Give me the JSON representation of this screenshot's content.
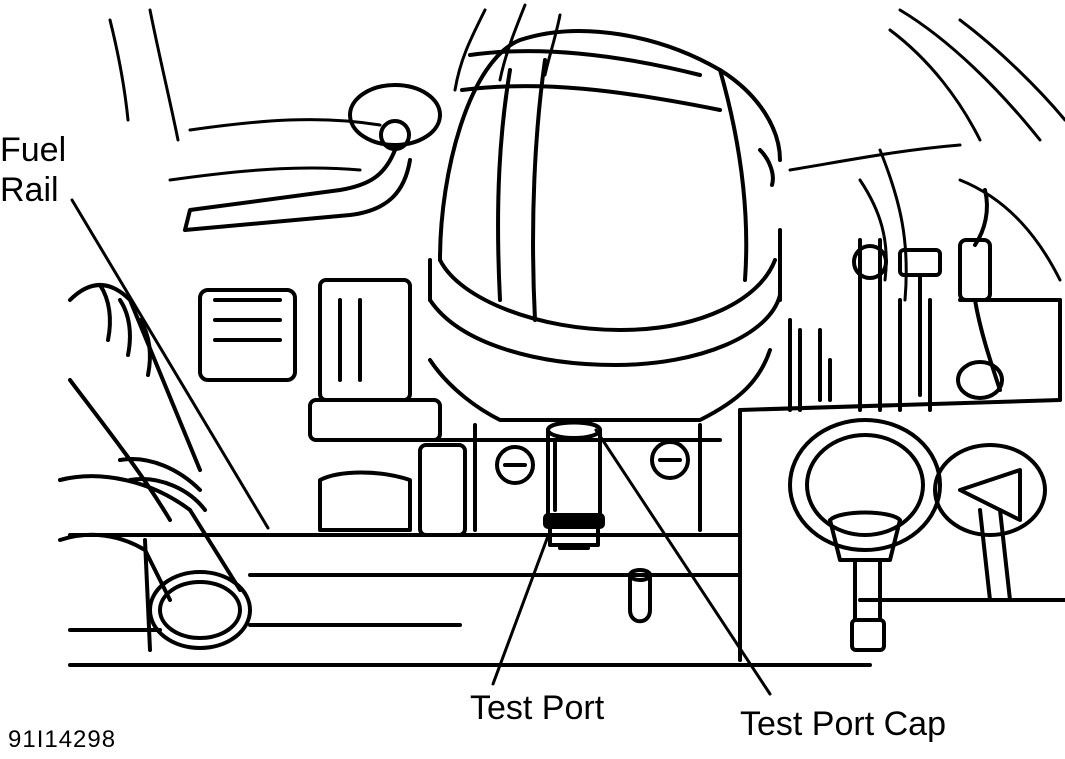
{
  "diagram": {
    "labels": {
      "fuel_rail_line1": "Fuel",
      "fuel_rail_line2": "Rail",
      "test_port": "Test Port",
      "test_port_cap": "Test Port Cap"
    },
    "figure_id": "91I14298",
    "colors": {
      "ink": "#000000",
      "paper": "#ffffff"
    }
  }
}
